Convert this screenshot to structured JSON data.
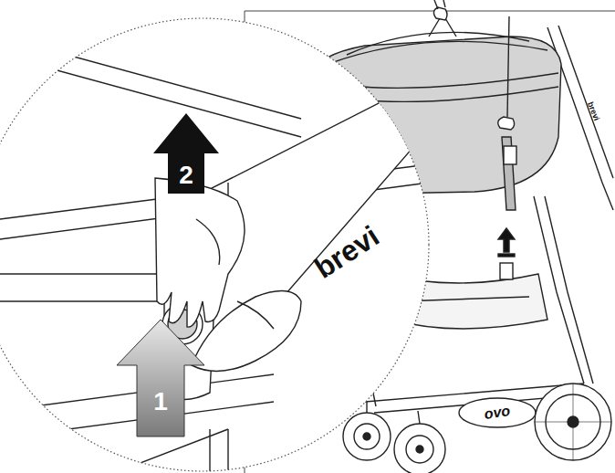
{
  "diagram": {
    "labels": [
      "2",
      "1",
      "brevi",
      "brevi",
      "ovo"
    ]
  }
}
